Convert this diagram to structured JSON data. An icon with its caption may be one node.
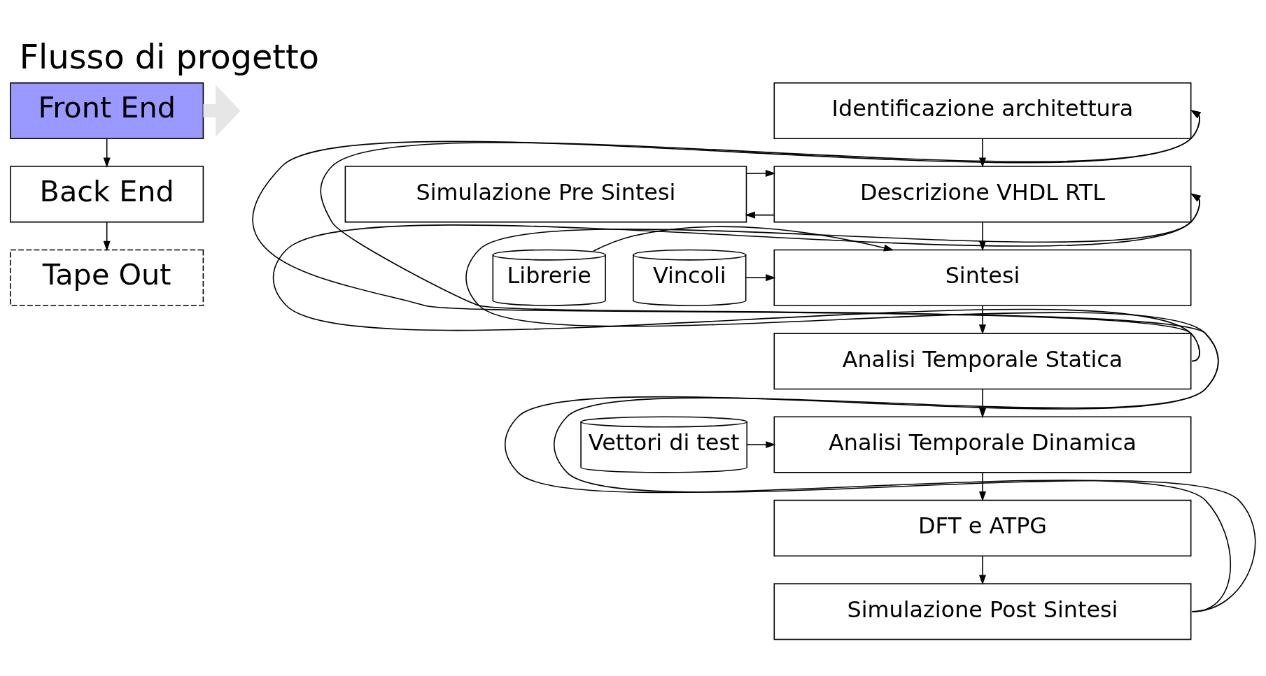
{
  "diagram": {
    "title": "Flusso di progetto",
    "nodes": [
      {
        "text": [
          "Front End"
        ]
      },
      {
        "text": [
          "Back End"
        ]
      },
      {
        "text": [
          "Tape Out"
        ]
      },
      {
        "text": [
          "Identificazione architettura"
        ]
      },
      {
        "text": [
          "Simulazione Pre Sintesi"
        ]
      },
      {
        "text": [
          "Descrizione VHDL RTL"
        ]
      },
      {
        "text": [
          "Librerie"
        ]
      },
      {
        "text": [
          "Vincoli"
        ]
      },
      {
        "text": [
          "Sintesi"
        ]
      },
      {
        "text": [
          "Analisi Temporale Statica"
        ]
      },
      {
        "text": [
          "Vettori di test"
        ]
      },
      {
        "text": [
          "Analisi Temporale Dinamica"
        ]
      },
      {
        "text": [
          "DFT e ATPG"
        ]
      },
      {
        "text": [
          "Simulazione Post Sintesi"
        ]
      }
    ],
    "edges": [
      {
        "from": 0,
        "to": 1,
        "arrow": "to"
      },
      {
        "from": 1,
        "to": 2,
        "arrow": "to"
      },
      {
        "from": 0,
        "to": null,
        "arrow": "to",
        "style": "thick",
        "color": "#e6e6e6"
      },
      {
        "from": 3,
        "to": 5,
        "arrow": "to"
      },
      {
        "from": 5,
        "to": 4,
        "arrow": "to"
      },
      {
        "from": 4,
        "to": 5,
        "arrow": "to"
      },
      {
        "from": 5,
        "to": 8,
        "arrow": "to"
      },
      {
        "from": 6,
        "to": 8,
        "arrow": "to"
      },
      {
        "from": 7,
        "to": 8,
        "arrow": "to"
      },
      {
        "from": 8,
        "to": 9,
        "arrow": "to"
      },
      {
        "from": 9,
        "to": 11,
        "arrow": "to"
      },
      {
        "from": 10,
        "to": 11,
        "arrow": "to"
      },
      {
        "from": 11,
        "to": 12,
        "arrow": "to"
      },
      {
        "from": 12,
        "to": 13,
        "arrow": "to"
      },
      {
        "from": 9,
        "to": 3,
        "arrow": "to"
      },
      {
        "from": 9,
        "to": 5,
        "arrow": "to"
      },
      {
        "from": 13,
        "to": 3,
        "arrow": "to"
      },
      {
        "from": 13,
        "to": 5,
        "arrow": "to"
      }
    ]
  }
}
